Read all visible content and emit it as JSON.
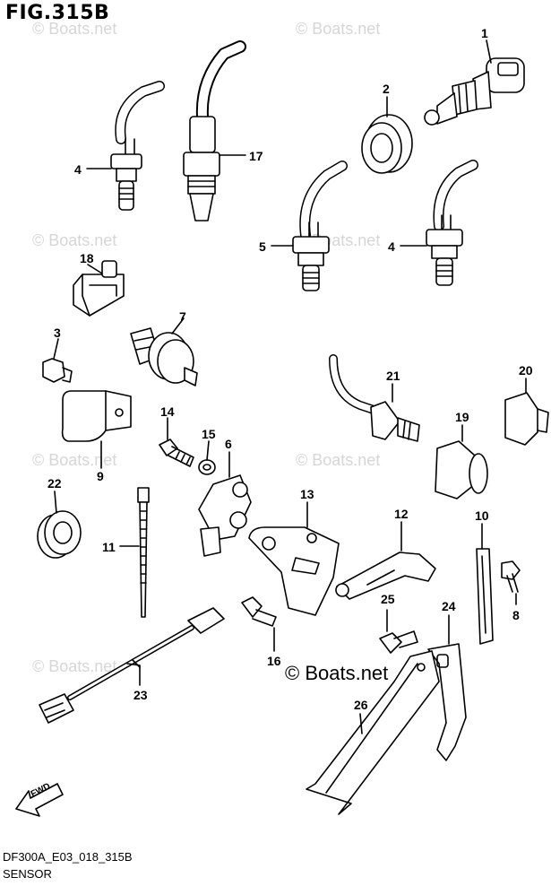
{
  "figure": {
    "title": "FIG.315B",
    "code": "DF300A_E03_018_315B",
    "caption": "SENSOR",
    "watermark": "© Boats.net",
    "direction_label": "FWD"
  },
  "callouts": [
    "1",
    "2",
    "3",
    "4",
    "4",
    "5",
    "6",
    "7",
    "8",
    "9",
    "10",
    "11",
    "12",
    "13",
    "14",
    "15",
    "16",
    "17",
    "18",
    "19",
    "20",
    "21",
    "22",
    "23",
    "24",
    "25",
    "26"
  ]
}
